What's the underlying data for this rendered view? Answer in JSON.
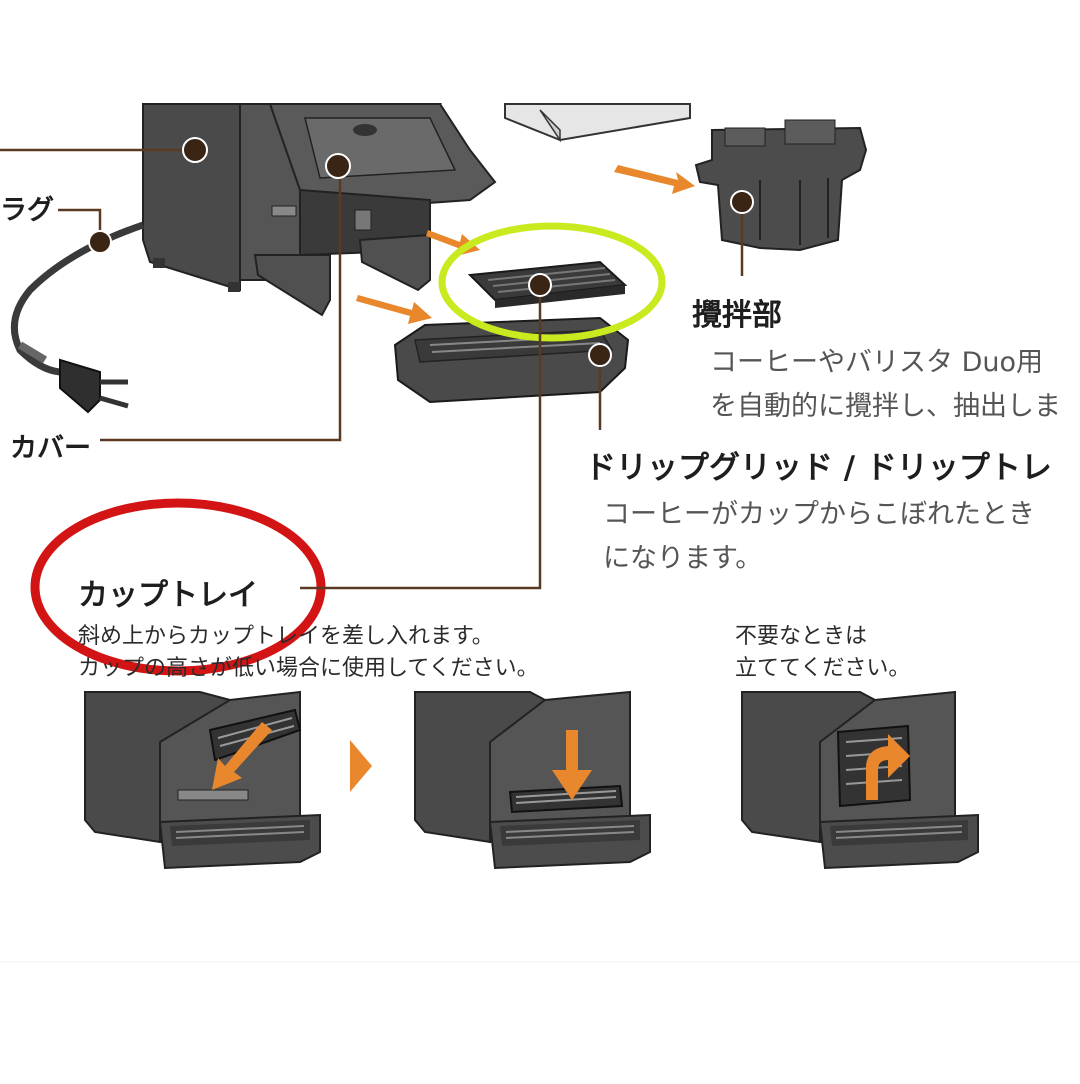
{
  "labels": {
    "plug_partial": "ラグ",
    "cover_partial": "カバー",
    "stirrer_title": "攪拌部",
    "stirrer_desc_line1": "コーヒーやバリスタ Duo用",
    "stirrer_desc_line2": "を自動的に攪拌し、抽出しま",
    "drip_title": "ドリップグリッド / ドリップトレ",
    "drip_desc_line1": "コーヒーがカップからこぼれたとき",
    "drip_desc_line2": "になります。",
    "cup_tray_title": "カップトレイ",
    "cup_tray_desc_line1": "斜め上からカップトレイを差し入れます。",
    "cup_tray_desc_line2": "カップの高さが低い場合に使用してください。",
    "unneeded_line1": "不要なときは",
    "unneeded_line2": "立ててください。"
  },
  "colors": {
    "machine_body": "#4a4a4a",
    "machine_light": "#6a6a6a",
    "machine_dark": "#2f2f2f",
    "arrow_orange": "#e8872c",
    "leader_brown": "#5a3a22",
    "callout_dot": "#3a2414",
    "highlight_green": "#c8ea1e",
    "highlight_red": "#d31414",
    "tank_blue": "#3e6aa8"
  }
}
